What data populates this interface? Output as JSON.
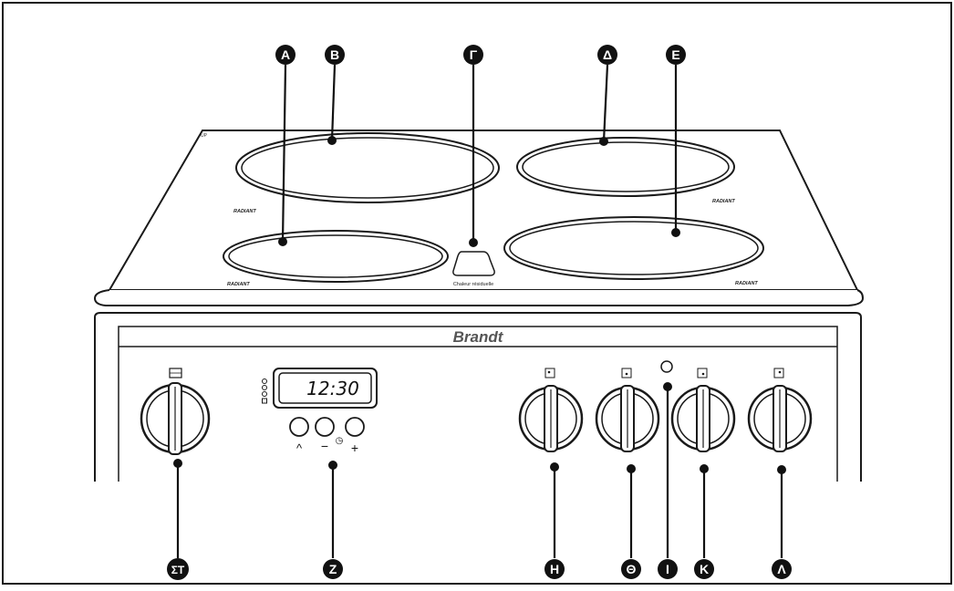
{
  "brand": "Brandt",
  "display": {
    "time": "12:30"
  },
  "display_buttons": {
    "up_symbol": "^",
    "minus_symbol": "−",
    "clock_symbol": "◷",
    "plus_symbol": "+"
  },
  "hob": {
    "residual_heat_label": "Chaleur résiduelle",
    "zone_label": "RADIANT",
    "corner_mark": "UP"
  },
  "callouts": {
    "A": "A",
    "B": "B",
    "G": "Γ",
    "D": "Δ",
    "E": "E",
    "ST": "ΣΤ",
    "Z": "Z",
    "H": "H",
    "TH": "Θ",
    "I": "I",
    "K": "K",
    "L": "Λ"
  },
  "colors": {
    "line": "#1a1a1a",
    "badge": "#111111",
    "badge_text": "#ffffff",
    "background": "#ffffff"
  }
}
